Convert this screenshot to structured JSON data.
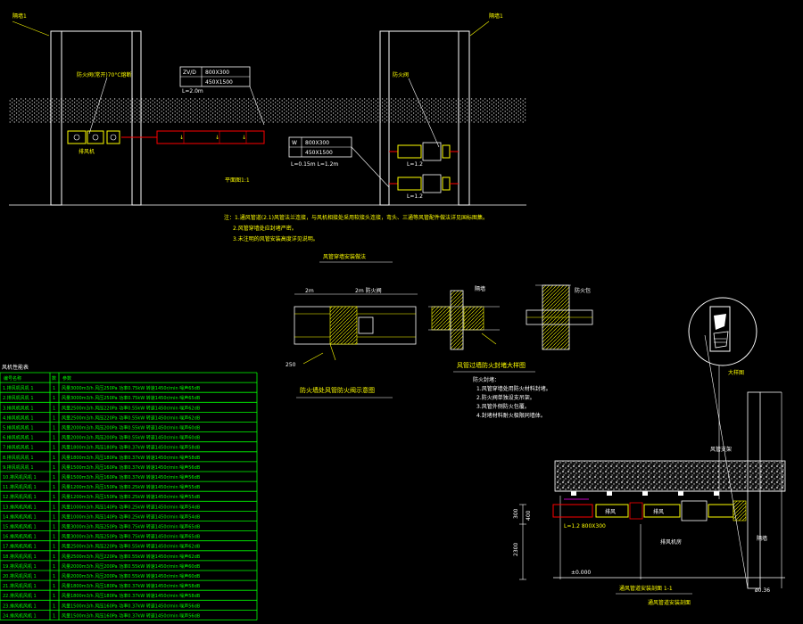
{
  "drawing": {
    "top_left_tag": "隔墙1",
    "top_right_tag": "隔墙1",
    "box_a": {
      "row1_label": "ZV/D",
      "row1_value": "800X300",
      "row2_value": "450X1500"
    },
    "box_a_note": "L=2.0m",
    "box_b": {
      "row1_label": "W",
      "row1_value": "800X300",
      "row2_value": "450X1500"
    },
    "box_b_note": "L=0.15m  L=1.2m",
    "left_unit_label": "排风机",
    "left_leader_label": "防火阀(常开)70°C熔断",
    "right_leader_label": "防火阀",
    "right_unit_a_label": "L=1.2",
    "right_unit_b_label": "L=1.2",
    "plan_caption": "平面图1:1"
  },
  "notes": {
    "line1": "注：1.通风管道(2.1)风管法兰连接，与风机相接处采用软接头连接，弯头、三通等风管配件做法详见国标图集。",
    "line2": "2.风管穿墙处应封堵严密。",
    "line3": "3.未注明的风管安装高度详见说明。"
  },
  "mid_caption": "风管穿墙安装做法",
  "detail_caption": "防火墙处风管防火阀示意图",
  "wall_caption": "风管过墙防火封堵大样图",
  "wall_notes": [
    "防火封堵：",
    "1.风管穿墙处用防火材料封堵。",
    "2.防火阀单独设支吊架。",
    "3.风管外侧防火包覆。",
    "4.封堵材料耐火极限同墙体。"
  ],
  "section": {
    "dim_a": "300",
    "dim_b": "400",
    "dim_c": "2300",
    "label_room": "排风机房",
    "label_wall": "隔墙",
    "label_floor": "±0.000",
    "bottom_caption": "通风管道安装剖面 1-1",
    "bottom_sub": "L=1.2  800X300",
    "callout_label": "大样图",
    "side_label": "风管支架"
  },
  "table": {
    "title": "风机性能表",
    "headers": [
      "编号名称",
      "数",
      "参数"
    ],
    "rows": [
      [
        "1.排风机风机 1",
        "1",
        "风量3000m3/h 风压250Pa 功率0.75kW 转速1450r/min 噪声65dB"
      ],
      [
        "2.排风机风机 1",
        "1",
        "风量3000m3/h 风压250Pa 功率0.75kW 转速1450r/min 噪声65dB"
      ],
      [
        "3.排风机风机 1",
        "1",
        "风量2500m3/h 风压220Pa 功率0.55kW 转速1450r/min 噪声62dB"
      ],
      [
        "4.排风机风机 1",
        "1",
        "风量2500m3/h 风压220Pa 功率0.55kW 转速1450r/min 噪声62dB"
      ],
      [
        "5.排风机风机 1",
        "1",
        "风量2000m3/h 风压200Pa 功率0.55kW 转速1450r/min 噪声60dB"
      ],
      [
        "6.排风机风机 1",
        "1",
        "风量2000m3/h 风压200Pa 功率0.55kW 转速1450r/min 噪声60dB"
      ],
      [
        "7.排风机风机 1",
        "1",
        "风量1800m3/h 风压180Pa 功率0.37kW 转速1450r/min 噪声58dB"
      ],
      [
        "8.排风机风机 1",
        "1",
        "风量1800m3/h 风压180Pa 功率0.37kW 转速1450r/min 噪声58dB"
      ],
      [
        "9.排风机风机 1",
        "1",
        "风量1500m3/h 风压160Pa 功率0.37kW 转速1450r/min 噪声56dB"
      ],
      [
        "10.排风机风机 1",
        "1",
        "风量1500m3/h 风压160Pa 功率0.37kW 转速1450r/min 噪声56dB"
      ],
      [
        "11.排风机风机 1",
        "1",
        "风量1200m3/h 风压150Pa 功率0.25kW 转速1450r/min 噪声55dB"
      ],
      [
        "12.排风机风机 1",
        "1",
        "风量1200m3/h 风压150Pa 功率0.25kW 转速1450r/min 噪声55dB"
      ],
      [
        "13.排风机风机 1",
        "1",
        "风量1000m3/h 风压140Pa 功率0.25kW 转速1450r/min 噪声54dB"
      ],
      [
        "14.排风机风机 1",
        "1",
        "风量1000m3/h 风压140Pa 功率0.25kW 转速1450r/min 噪声54dB"
      ],
      [
        "15.排风机风机 1",
        "1",
        "风量3000m3/h 风压250Pa 功率0.75kW 转速1450r/min 噪声65dB"
      ],
      [
        "16.排风机风机 1",
        "1",
        "风量3000m3/h 风压250Pa 功率0.75kW 转速1450r/min 噪声65dB"
      ],
      [
        "17.排风机风机 1",
        "1",
        "风量2500m3/h 风压220Pa 功率0.55kW 转速1450r/min 噪声62dB"
      ],
      [
        "18.排风机风机 1",
        "1",
        "风量2500m3/h 风压220Pa 功率0.55kW 转速1450r/min 噪声62dB"
      ],
      [
        "19.排风机风机 1",
        "1",
        "风量2000m3/h 风压200Pa 功率0.55kW 转速1450r/min 噪声60dB"
      ],
      [
        "20.排风机风机 1",
        "1",
        "风量2000m3/h 风压200Pa 功率0.55kW 转速1450r/min 噪声60dB"
      ],
      [
        "21.排风机风机 1",
        "1",
        "风量1800m3/h 风压180Pa 功率0.37kW 转速1450r/min 噪声58dB"
      ],
      [
        "22.排风机风机 1",
        "1",
        "风量1800m3/h 风压180Pa 功率0.37kW 转速1450r/min 噪声58dB"
      ],
      [
        "23.排风机风机 1",
        "1",
        "风量1500m3/h 风压160Pa 功率0.37kW 转速1450r/min 噪声56dB"
      ],
      [
        "24.排风机风机 1",
        "1",
        "风量1500m3/h 风压160Pa 功率0.37kW 转速1450r/min 噪声56dB"
      ]
    ]
  },
  "colors": {
    "background": "#000000",
    "line_white": "#ffffff",
    "text_yellow": "#ffff00",
    "duct_red": "#ff0000",
    "table_green": "#00ff00",
    "magenta": "#ff00ff"
  }
}
